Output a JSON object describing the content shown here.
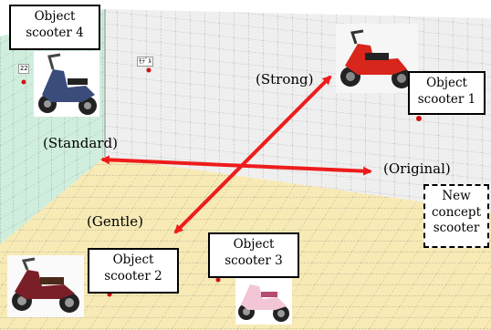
{
  "directions": {
    "strong": "(Strong)",
    "standard": "(Standard)",
    "original": "(Original)",
    "gentle": "(Gentle)"
  },
  "objects": {
    "scooter1": {
      "line1": "Object",
      "line2": "scooter 1"
    },
    "scooter2": {
      "line1": "Object",
      "line2": "scooter 2"
    },
    "scooter3": {
      "line1": "Object",
      "line2": "scooter 3"
    },
    "scooter4": {
      "line1": "Object",
      "line2": "scooter 4"
    },
    "new_concept": {
      "line1": "New",
      "line2": "concept",
      "line3": "scooter"
    }
  },
  "tags": {
    "small1": "22",
    "small2": "ﾓﾃﾞﾙ"
  },
  "colors": {
    "arrow": "#ee1c1c",
    "floor": "#f7eab4",
    "left_wall": "#cfeedd",
    "back_wall": "#efefef",
    "grid": "#9a9a9a"
  }
}
